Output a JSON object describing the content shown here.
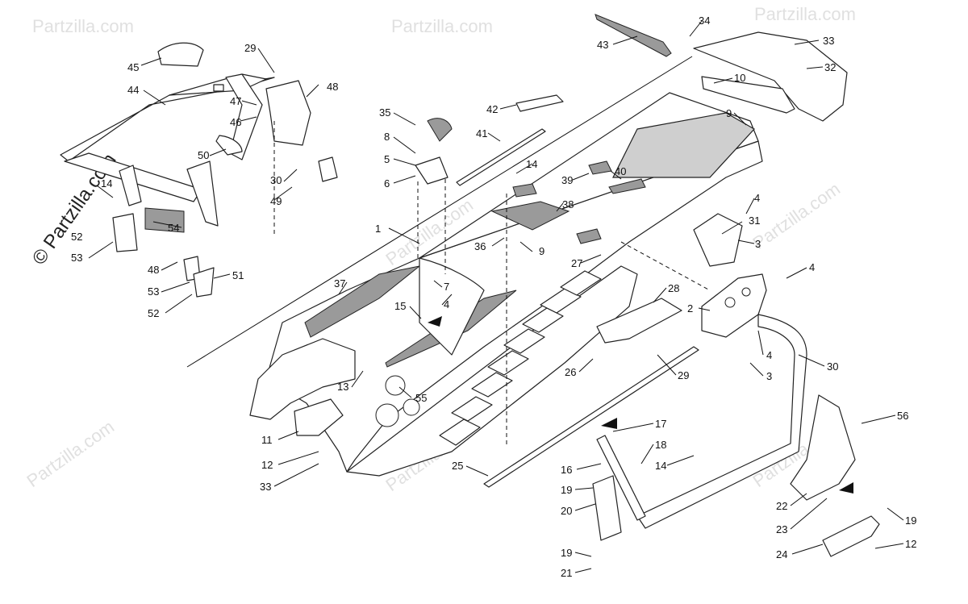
{
  "watermark": {
    "text": "Partzilla.com",
    "main_text": "© Partzilla.com"
  },
  "callouts": [
    {
      "id": "c45",
      "label": "45"
    },
    {
      "id": "c44",
      "label": "44"
    },
    {
      "id": "c29",
      "label": "29"
    },
    {
      "id": "c48a",
      "label": "48"
    },
    {
      "id": "c47",
      "label": "47"
    },
    {
      "id": "c46",
      "label": "46"
    },
    {
      "id": "c50",
      "label": "50"
    },
    {
      "id": "c30a",
      "label": "30"
    },
    {
      "id": "c49",
      "label": "49"
    },
    {
      "id": "c14a",
      "label": "14"
    },
    {
      "id": "c52a",
      "label": "52"
    },
    {
      "id": "c53a",
      "label": "53"
    },
    {
      "id": "c54",
      "label": "54"
    },
    {
      "id": "c48b",
      "label": "48"
    },
    {
      "id": "c53b",
      "label": "53"
    },
    {
      "id": "c51",
      "label": "51"
    },
    {
      "id": "c52b",
      "label": "52"
    },
    {
      "id": "c35",
      "label": "35"
    },
    {
      "id": "c8",
      "label": "8"
    },
    {
      "id": "c5",
      "label": "5"
    },
    {
      "id": "c6",
      "label": "6"
    },
    {
      "id": "c42",
      "label": "42"
    },
    {
      "id": "c41",
      "label": "41"
    },
    {
      "id": "c43",
      "label": "43"
    },
    {
      "id": "c34",
      "label": "34"
    },
    {
      "id": "c33a",
      "label": "33"
    },
    {
      "id": "c32",
      "label": "32"
    },
    {
      "id": "c10",
      "label": "10"
    },
    {
      "id": "c9a",
      "label": "9"
    },
    {
      "id": "c14b",
      "label": "14"
    },
    {
      "id": "c39",
      "label": "39"
    },
    {
      "id": "c40",
      "label": "40"
    },
    {
      "id": "c38",
      "label": "38"
    },
    {
      "id": "c1",
      "label": "1"
    },
    {
      "id": "c36",
      "label": "36"
    },
    {
      "id": "c9b",
      "label": "9"
    },
    {
      "id": "c27",
      "label": "27"
    },
    {
      "id": "c4a",
      "label": "4"
    },
    {
      "id": "c31",
      "label": "31"
    },
    {
      "id": "c3a",
      "label": "3"
    },
    {
      "id": "c4b",
      "label": "4"
    },
    {
      "id": "c37",
      "label": "37"
    },
    {
      "id": "c7",
      "label": "7"
    },
    {
      "id": "c4c",
      "label": "4"
    },
    {
      "id": "c15",
      "label": "15"
    },
    {
      "id": "c28",
      "label": "28"
    },
    {
      "id": "c2",
      "label": "2"
    },
    {
      "id": "c4d",
      "label": "4"
    },
    {
      "id": "c3b",
      "label": "3"
    },
    {
      "id": "c30b",
      "label": "30"
    },
    {
      "id": "c26",
      "label": "26"
    },
    {
      "id": "c29b",
      "label": "29"
    },
    {
      "id": "c13",
      "label": "13"
    },
    {
      "id": "c55",
      "label": "55"
    },
    {
      "id": "c11",
      "label": "11"
    },
    {
      "id": "c12a",
      "label": "12"
    },
    {
      "id": "c33b",
      "label": "33"
    },
    {
      "id": "c17",
      "label": "17"
    },
    {
      "id": "c18",
      "label": "18"
    },
    {
      "id": "c16",
      "label": "16"
    },
    {
      "id": "c14c",
      "label": "14"
    },
    {
      "id": "c25",
      "label": "25"
    },
    {
      "id": "c19a",
      "label": "19"
    },
    {
      "id": "c20",
      "label": "20"
    },
    {
      "id": "c19b",
      "label": "19"
    },
    {
      "id": "c21",
      "label": "21"
    },
    {
      "id": "c56",
      "label": "56"
    },
    {
      "id": "c22",
      "label": "22"
    },
    {
      "id": "c23",
      "label": "23"
    },
    {
      "id": "c19c",
      "label": "19"
    },
    {
      "id": "c24",
      "label": "24"
    },
    {
      "id": "c12b",
      "label": "12"
    }
  ]
}
